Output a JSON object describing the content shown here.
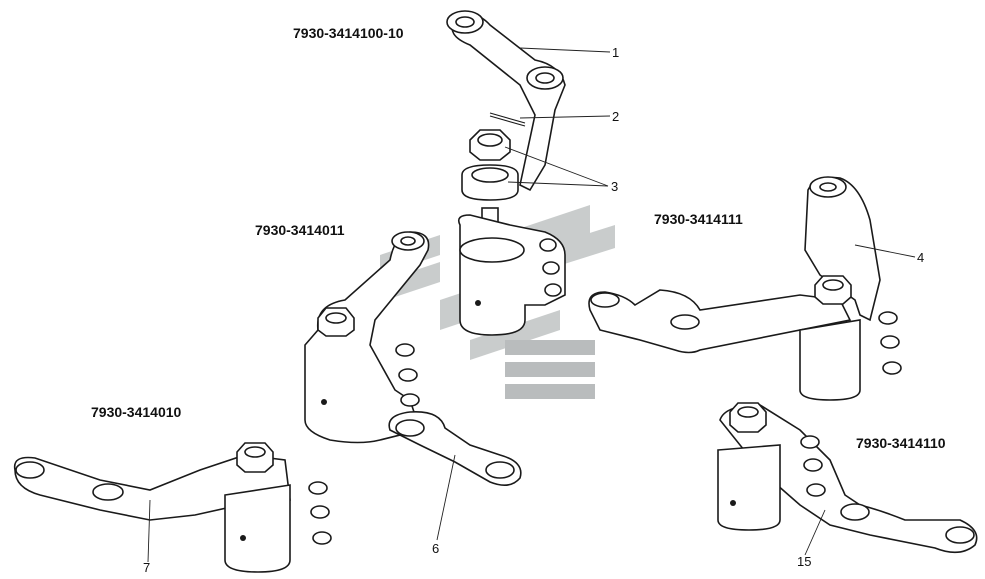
{
  "labels": {
    "top": "7930-3414100-10",
    "center_left": "7930-3414011",
    "right": "7930-3414111",
    "left": "7930-3414010",
    "bottom_right": "7930-3414110"
  },
  "callouts": {
    "c1": "1",
    "c2": "2",
    "c3": "3",
    "c4": "4",
    "c6": "6",
    "c7": "7",
    "c15": "15"
  },
  "colors": {
    "background": "#ffffff",
    "line": "#1a1a1a",
    "watermark": "#c9cccc"
  }
}
